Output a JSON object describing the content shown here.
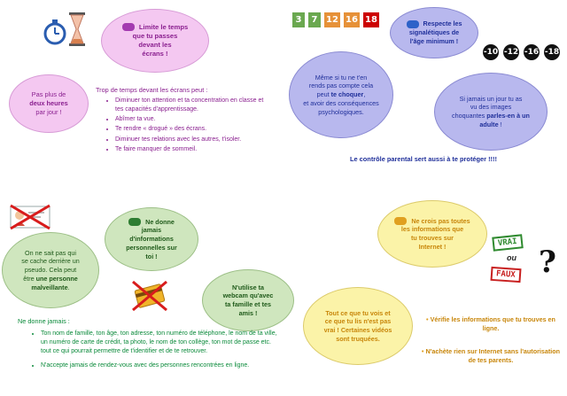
{
  "q1": {
    "cloud_screen_time": [
      "Limite le temps",
      "que tu passes",
      "devant les",
      "écrans !"
    ],
    "cloud_hours": {
      "pre": "Pas plus de",
      "bold": "deux heures",
      "post": "par jour !"
    },
    "intro": "Trop de temps devant les écrans peut :",
    "bullets": [
      "Diminuer ton attention et ta concentration en classe et tes capacités d'apprentissage.",
      "Abîmer ta vue.",
      "Te rendre « drogué » des écrans.",
      "Diminuer tes relations avec les autres, t'isoler.",
      "Te faire manquer de sommeil."
    ],
    "color": "#8a1f8f"
  },
  "q2": {
    "age_badges": [
      {
        "label": "3",
        "color": "#6aa84f"
      },
      {
        "label": "7",
        "color": "#6aa84f"
      },
      {
        "label": "12",
        "color": "#e69138"
      },
      {
        "label": "16",
        "color": "#e69138"
      },
      {
        "label": "18",
        "color": "#cc0000"
      }
    ],
    "cloud_signals": [
      "Respecte les",
      "signalétiques de",
      "l'âge minimum !"
    ],
    "ratings": [
      "-10",
      "-12",
      "-16",
      "-18"
    ],
    "cloud_shock": {
      "l1": "Même si tu ne t'en",
      "l2": "rends pas compte cela",
      "l3pre": "peut",
      "bold": "te choquer",
      "l3post": "et",
      "l4": "avoir des conséquences",
      "l5": "psychologiques."
    },
    "cloud_talk": {
      "l1": "Si jamais un jour tu as",
      "l2": "vu des images",
      "l3pre": "choquantes",
      "bold": "parles-en à un adulte",
      "post": "!"
    },
    "footer": "Le contrôle parental sert aussi à te protéger !!!!",
    "color": "#1f2f9a"
  },
  "q3": {
    "cloud_pseudo": {
      "l1": "On ne sait pas qui",
      "l2": "se cache derrière un",
      "l3": "pseudo. Cela peut",
      "l4": "être",
      "bold": "une personne malveillante",
      "post": "."
    },
    "cloud_info": [
      "Ne donne jamais",
      "d'informations",
      "personnelles sur",
      "toi !"
    ],
    "cloud_webcam": [
      "N'utilise ta",
      "webcam qu'avec",
      "ta famille et tes",
      "amis !"
    ],
    "never_title": "Ne donne jamais :",
    "bullets": [
      "Ton nom de famille, ton âge, ton adresse, ton numéro de téléphone, le nom de ta ville, un numéro de carte de crédit, ta photo, le nom de ton collège, ton mot de passe etc. tout ce qui pourrait permettre de t'identifier et de te retrouver.",
      "N'accepte jamais de rendez-vous avec des personnes rencontrées en ligne."
    ],
    "color": "#0a8a3a"
  },
  "q4": {
    "cloud_believe": [
      "Ne crois pas toutes",
      "les informations que",
      "tu trouves sur",
      "Internet !"
    ],
    "stamp_vrai": "VRAI",
    "ou": "ou",
    "stamp_faux": "FAUX",
    "cloud_true": [
      "Tout ce que tu vois et",
      "ce que tu lis n'est pas",
      "vrai ! Certaines vidéos",
      "sont truquées."
    ],
    "bullets": [
      "Vérifie les informations que tu trouves en ligne.",
      "N'achète rien sur Internet sans l'autorisation de tes parents."
    ],
    "color": "#c8860a"
  }
}
